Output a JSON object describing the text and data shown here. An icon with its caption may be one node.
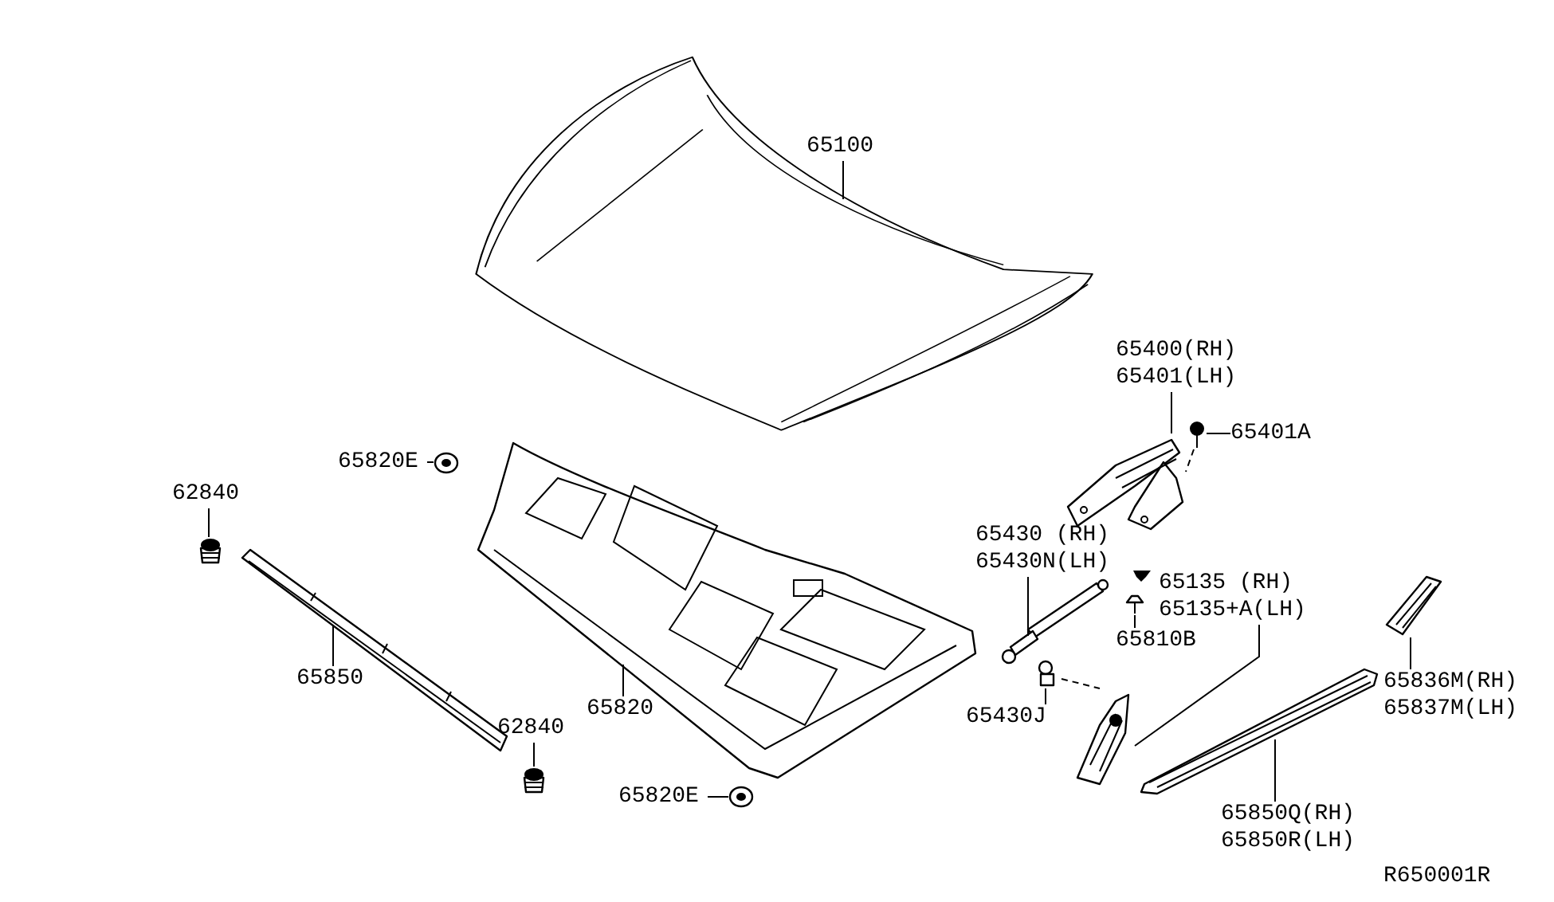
{
  "diagram": {
    "nodes": [
      {
        "text": [
          "65100"
        ]
      },
      {
        "text": [],
        "shape": "picture"
      },
      {
        "text": [
          "65400(RH) 65401(LH)"
        ]
      },
      {
        "text": [],
        "shape": "picture"
      },
      {
        "text": [
          "65401A"
        ]
      },
      {
        "text": [],
        "shape": "picture"
      },
      {
        "text": [
          "65820E"
        ]
      },
      {
        "text": [],
        "shape": "picture"
      },
      {
        "text": [
          "62840"
        ]
      },
      {
        "text": [],
        "shape": "picture"
      },
      {
        "text": [
          "65850"
        ]
      },
      {
        "text": [],
        "shape": "picture"
      },
      {
        "text": [
          "65820"
        ]
      },
      {
        "text": [],
        "shape": "picture"
      },
      {
        "text": [
          "62840"
        ]
      },
      {
        "text": [],
        "shape": "picture"
      },
      {
        "text": [
          "65820E"
        ]
      },
      {
        "text": [],
        "shape": "picture"
      },
      {
        "text": [
          "65430 (RH) 65430N(LH)"
        ]
      },
      {
        "text": [],
        "shape": "picture"
      },
      {
        "text": [
          "65135 (RH) 65135+A(LH)"
        ]
      },
      {
        "text": [],
        "shape": "picture"
      },
      {
        "text": [
          "65810B"
        ]
      },
      {
        "text": [],
        "shape": "picture"
      },
      {
        "text": [
          "65430J"
        ]
      },
      {
        "text": [],
        "shape": "picture"
      },
      {
        "text": [
          "65836M(RH) 65837M(LH)"
        ]
      },
      {
        "text": [],
        "shape": "picture"
      },
      {
        "text": [
          "65850Q(RH) 65850R(LH)"
        ]
      },
      {
        "text": [],
        "shape": "picture"
      }
    ],
    "edges": [
      {
        "from": 0,
        "to": 1,
        "arrow": "none"
      },
      {
        "from": 2,
        "to": 3,
        "arrow": "none"
      },
      {
        "from": 4,
        "to": 5,
        "arrow": "none"
      },
      {
        "from": 6,
        "to": 7,
        "arrow": "none"
      },
      {
        "from": 8,
        "to": 9,
        "arrow": "none"
      },
      {
        "from": 10,
        "to": 11,
        "arrow": "none"
      },
      {
        "from": 12,
        "to": 13,
        "arrow": "none"
      },
      {
        "from": 14,
        "to": 15,
        "arrow": "none"
      },
      {
        "from": 16,
        "to": 17,
        "arrow": "none"
      },
      {
        "from": 18,
        "to": 19,
        "arrow": "none"
      },
      {
        "from": 20,
        "to": 21,
        "arrow": "none"
      },
      {
        "from": 22,
        "to": 23,
        "arrow": "none"
      },
      {
        "from": 24,
        "to": 25,
        "arrow": "none"
      },
      {
        "from": 26,
        "to": 27,
        "arrow": "none"
      },
      {
        "from": 28,
        "to": 29,
        "arrow": "none"
      },
      {
        "from": 5,
        "to": 3,
        "arrow": "none",
        "style": "dashed"
      },
      {
        "from": 25,
        "to": 21,
        "arrow": "none",
        "style": "dashed"
      }
    ],
    "labels": [
      "R650001R"
    ]
  }
}
